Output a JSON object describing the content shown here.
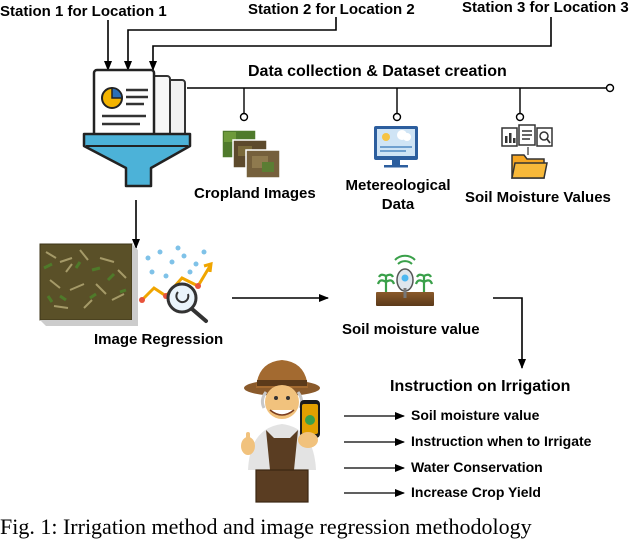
{
  "stations": [
    "Station 1 for Location 1",
    "Station 2 for Location 2",
    "Station 3 for Location 3"
  ],
  "data_collection_title": "Data collection & Dataset creation",
  "sources": {
    "cropland": "Cropland Images",
    "meteorological_line1": "Metereological",
    "meteorological_line2": "Data",
    "soil": "Soil Moisture Values"
  },
  "image_regression": "Image Regression",
  "soil_moisture_value": "Soil moisture value",
  "instructions": {
    "title": "Instruction on Irrigation",
    "items": [
      "Soil moisture value",
      "Instruction when to Irrigate",
      "Water Conservation",
      "Increase Crop Yield"
    ]
  },
  "caption": "Fig. 1:  Irrigation method and image regression methodology"
}
